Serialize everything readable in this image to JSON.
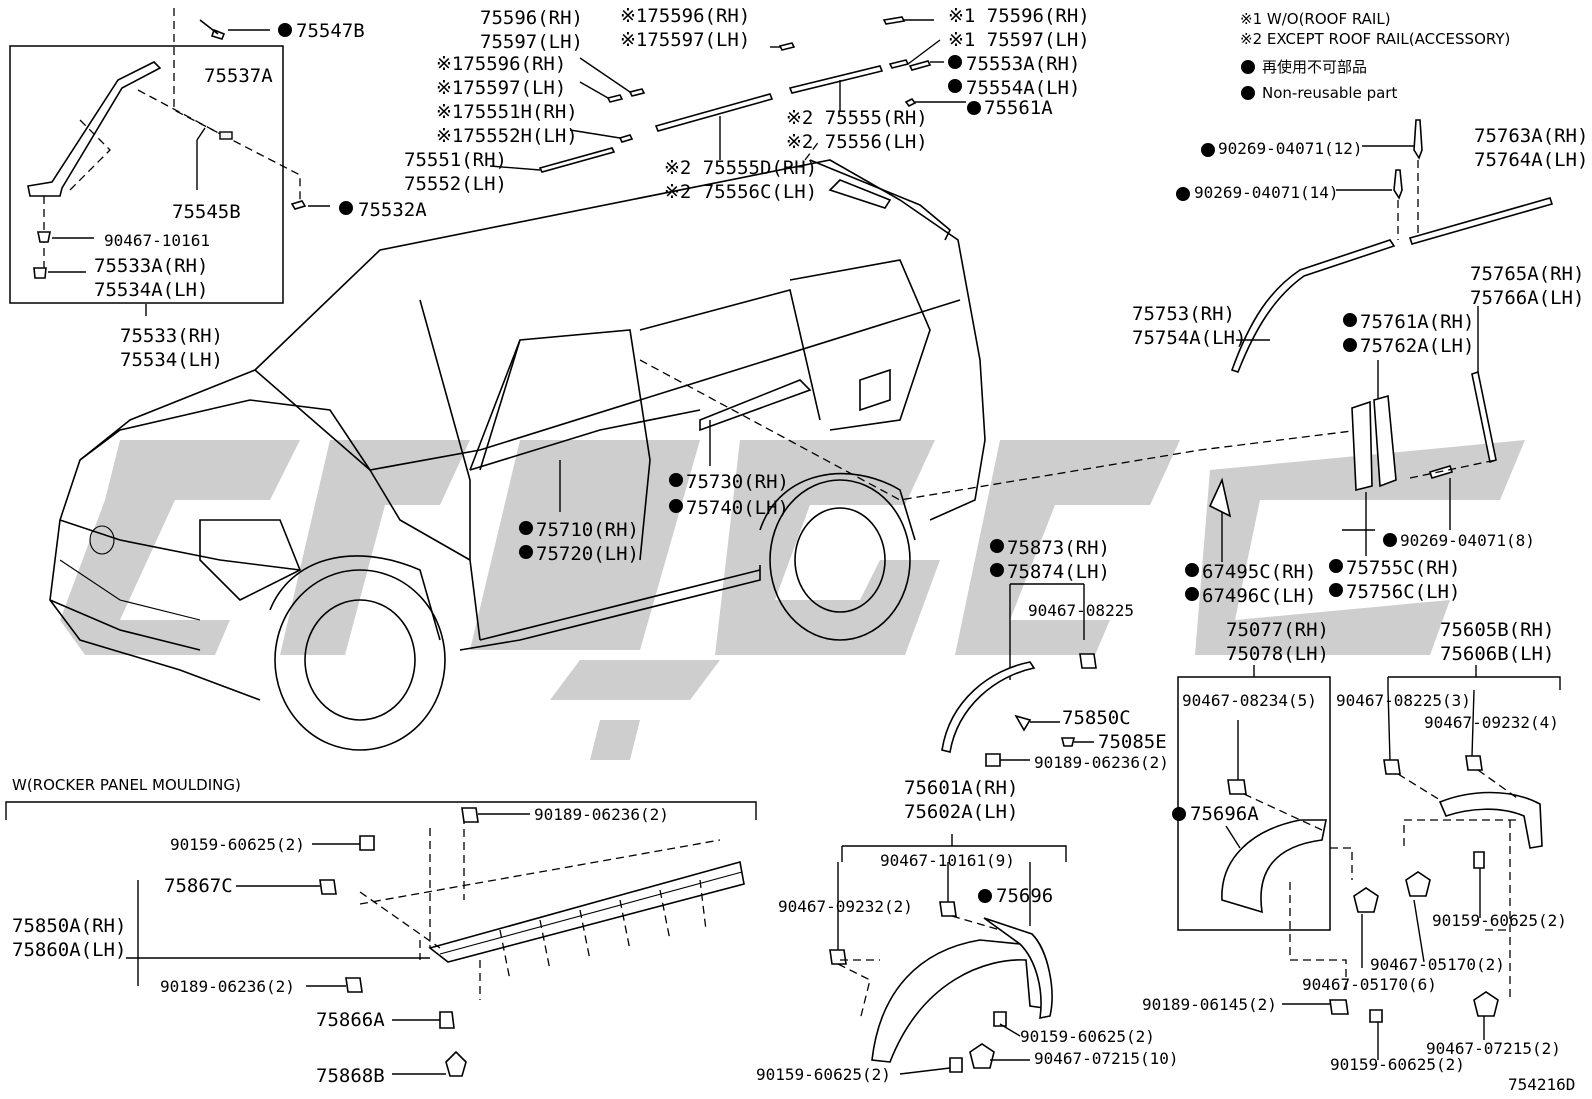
{
  "diagram_id": "754216D",
  "notes": {
    "note1": "※1 W/O(ROOF RAIL)",
    "note2": "※2 EXCEPT ROOF RAIL(ACCESSORY)",
    "non_reusable_jp": "再使用不可部品",
    "non_reusable_en": "Non-reusable part"
  },
  "section_rocker": "W(ROCKER PANEL MOULDING)",
  "labels": {
    "p75547B": "75547B",
    "p75537A": "75537A",
    "p75545B": "75545B",
    "p75532A": "75532A",
    "p90467_10161": "90467-10161",
    "p75533A": "75533A(RH)",
    "p75534A": "75534A(LH)",
    "p75533": "75533(RH)",
    "p75534": "75534(LH)",
    "p75596": "75596(RH)",
    "p75597": "75597(LH)",
    "s1_75596_a": "※175596(RH)",
    "s1_75597_a": "※175597(LH)",
    "s1_75596_b": "※175596(RH)",
    "s1_75597_b": "※175597(LH)",
    "s1_75551H": "※175551H(RH)",
    "s1_75552H": "※175552H(LH)",
    "p75551": "75551(RH)",
    "p75552": "75552(LH)",
    "s2_75555D": "※2 75555D(RH)",
    "s2_75556C": "※2 75556C(LH)",
    "s2_75555": "※2 75555(RH)",
    "s2_75556": "※2 75556(LH)",
    "s1_75596_c": "※1 75596(RH)",
    "s1_75597_c": "※1 75597(LH)",
    "p75553A": "75553A(RH)",
    "p75554A": "75554A(LH)",
    "p75561A": "75561A",
    "p90269_12": "90269-04071(12)",
    "p90269_14": "90269-04071(14)",
    "p75763A": "75763A(RH)",
    "p75764A": "75764A(LH)",
    "p75753": "75753(RH)",
    "p75754A": "75754A(LH)",
    "p75765A": "75765A(RH)",
    "p75766A": "75766A(LH)",
    "p75761A": "75761A(RH)",
    "p75762A": "75762A(LH)",
    "p90269_8": "90269-04071(8)",
    "p67495C": "67495C(RH)",
    "p67496C": "67496C(LH)",
    "p75755C": "75755C(RH)",
    "p75756C": "75756C(LH)",
    "p75730": "75730(RH)",
    "p75740": "75740(LH)",
    "p75710": "75710(RH)",
    "p75720": "75720(LH)",
    "p75873": "75873(RH)",
    "p75874": "75874(LH)",
    "p90467_08225": "90467-08225",
    "p75850C": "75850C",
    "p75085E": "75085E",
    "p90189_06236_a": "90189-06236(2)",
    "p75077": "75077(RH)",
    "p75078": "75078(LH)",
    "p90467_08234": "90467-08234(5)",
    "p75696A": "75696A",
    "p75605B": "75605B(RH)",
    "p75606B": "75606B(LH)",
    "p90467_08225_3": "90467-08225(3)",
    "p90467_09232_4": "90467-09232(4)",
    "p90159_60625_r": "90159-60625(2)",
    "p90467_05170_2": "90467-05170(2)",
    "p90467_05170_6": "90467-05170(6)",
    "p90189_06145": "90189-06145(2)",
    "p90159_60625_rb": "90159-60625(2)",
    "p90467_07215_2": "90467-07215(2)",
    "p75601A": "75601A(RH)",
    "p75602A": "75602A(LH)",
    "p90467_10161_9": "90467-10161(9)",
    "p75696": "75696",
    "p90467_09232_2": "90467-09232(2)",
    "p90159_60625_m": "90159-60625(2)",
    "p90467_07215_10": "90467-07215(10)",
    "p90159_60625_mb": "90159-60625(2)",
    "p90189_06236_b": "90189-06236(2)",
    "p90159_60625_l": "90159-60625(2)",
    "p75867C": "75867C",
    "p75850A": "75850A(RH)",
    "p75860A": "75860A(LH)",
    "p90189_06236_c": "90189-06236(2)",
    "p75866A": "75866A",
    "p75868B": "75868B"
  }
}
